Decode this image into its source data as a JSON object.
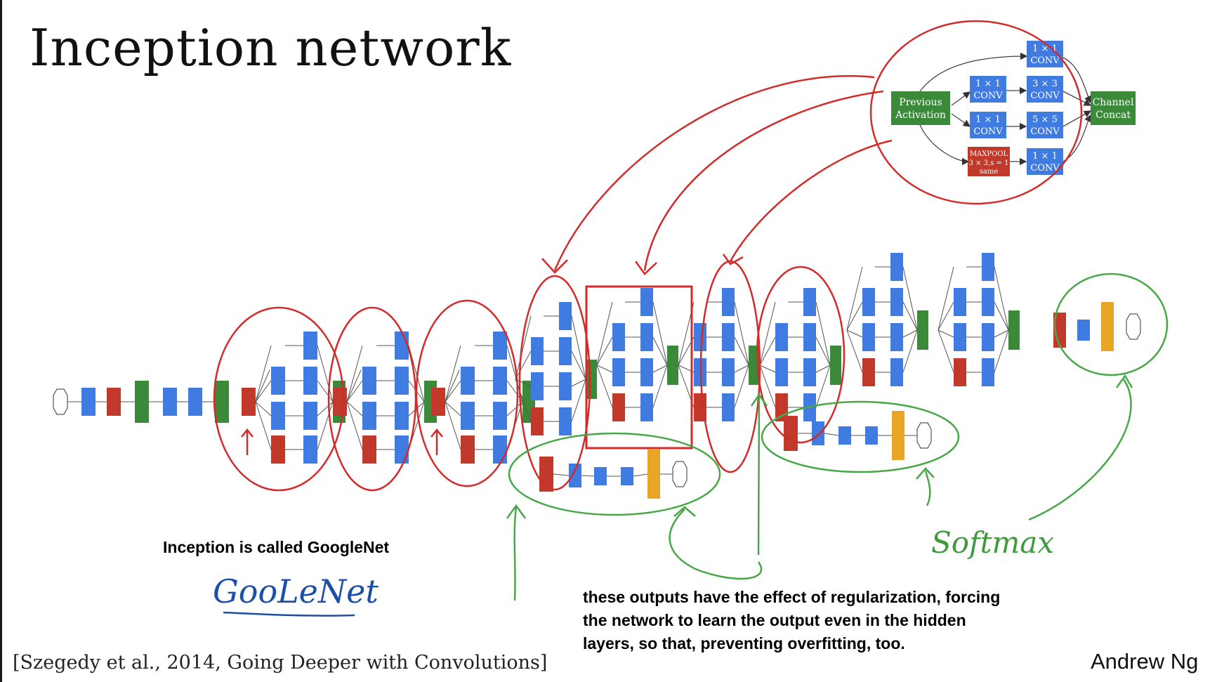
{
  "slide": {
    "title": "Inception network",
    "citation": "[Szegedy et al., 2014, Going Deeper with Convolutions]",
    "author": "Andrew Ng"
  },
  "inception_module": {
    "input": [
      "Previous",
      "Activation"
    ],
    "output": [
      "Channel",
      "Concat"
    ],
    "conv_1x1_top": [
      "1 × 1",
      "CONV"
    ],
    "conv_1x1_a": [
      "1 × 1",
      "CONV"
    ],
    "conv_3x3": [
      "3 × 3",
      "CONV"
    ],
    "conv_1x1_b": [
      "1 × 1",
      "CONV"
    ],
    "conv_5x5": [
      "5 × 5",
      "CONV"
    ],
    "maxpool": [
      "MAXPOOL",
      "3 × 3,s = 1",
      "same"
    ],
    "conv_1x1_c": [
      "1 × 1",
      "CONV"
    ]
  },
  "handwriting": {
    "googlenet": "GooLeNet",
    "softmax": "Softmax"
  },
  "notes": {
    "googlenet": "Inception is called GoogleNet",
    "regularization": "these outputs have the effect of regularization, forcing the network to learn the output even in the hidden layers, so that, preventing overfitting, too."
  },
  "colors": {
    "conv": "#3f7be0",
    "pool": "#c0392b",
    "concat": "#3a8a3a",
    "softmax_activation": "#e8a526",
    "input_node": "#ffffff",
    "red_annotation": "#d42a2a",
    "green_annotation": "#48a848",
    "blue_handwriting": "#1c4fa8"
  }
}
